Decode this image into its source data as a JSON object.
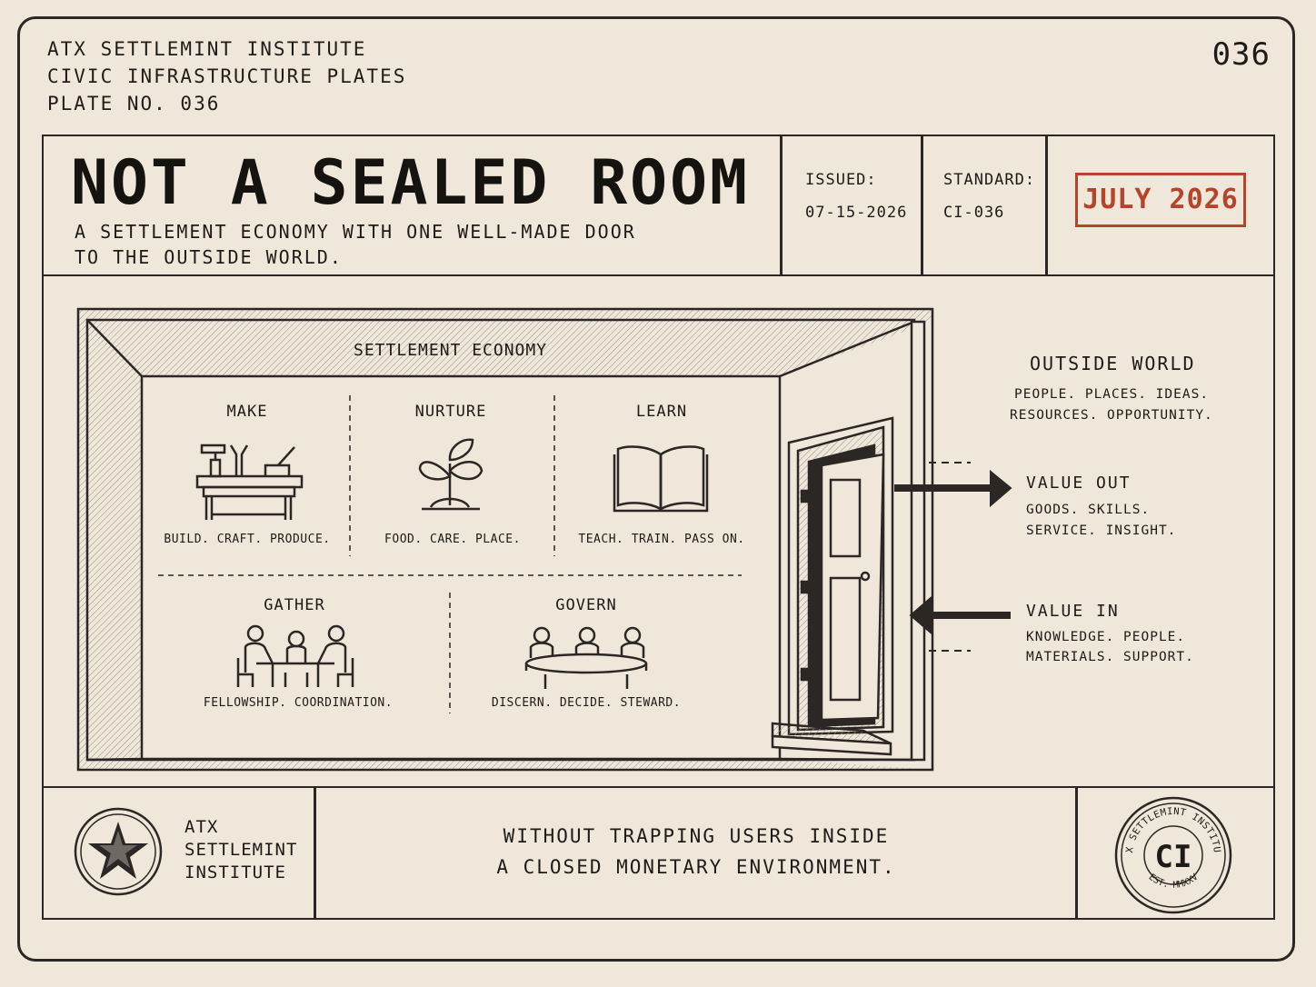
{
  "header": {
    "institute": "ATX SETTLEMINT INSTITUTE",
    "series": "CIVIC INFRASTRUCTURE PLATES",
    "plate": "PLATE NO. 036",
    "number": "036"
  },
  "title_block": {
    "title": "NOT A SEALED ROOM",
    "subtitle_line1": "A SETTLEMENT ECONOMY WITH ONE WELL-MADE DOOR",
    "subtitle_line2": "TO THE OUTSIDE WORLD.",
    "issued_label": "ISSUED:",
    "issued_value": "07-15-2026",
    "standard_label": "STANDARD:",
    "standard_value": "CI-036",
    "stamp": "JULY 2026",
    "stamp_color": "#b5442d"
  },
  "diagram": {
    "room_title": "SETTLEMENT ECONOMY",
    "sections": [
      {
        "name": "MAKE",
        "caption": "BUILD. CRAFT. PRODUCE.",
        "icon": "workbench-tools-icon"
      },
      {
        "name": "NURTURE",
        "caption": "FOOD. CARE. PLACE.",
        "icon": "sprout-icon"
      },
      {
        "name": "LEARN",
        "caption": "TEACH. TRAIN. PASS ON.",
        "icon": "open-book-icon"
      },
      {
        "name": "GATHER",
        "caption": "FELLOWSHIP. COORDINATION.",
        "icon": "people-at-table-icon"
      },
      {
        "name": "GOVERN",
        "caption": "DISCERN. DECIDE. STEWARD.",
        "icon": "round-table-icon"
      }
    ],
    "outside": {
      "title": "OUTSIDE WORLD",
      "line1": "PEOPLE. PLACES. IDEAS.",
      "line2": "RESOURCES. OPPORTUNITY."
    },
    "value_out": {
      "title": "VALUE OUT",
      "line1": "GOODS. SKILLS.",
      "line2": "SERVICE. INSIGHT."
    },
    "value_in": {
      "title": "VALUE IN",
      "line1": "KNOWLEDGE. PEOPLE.",
      "line2": "MATERIALS. SUPPORT."
    }
  },
  "footer": {
    "inst_line1": "ATX",
    "inst_line2": "SETTLEMINT",
    "inst_line3": "INSTITUTE",
    "message_line1": "WITHOUT TRAPPING USERS INSIDE",
    "message_line2": "A CLOSED MONETARY ENVIRONMENT.",
    "seal_ring": "ATX SETTLEMINT INSTITUTE",
    "seal_center": "CI",
    "seal_bottom": "EST. MMXXV"
  }
}
